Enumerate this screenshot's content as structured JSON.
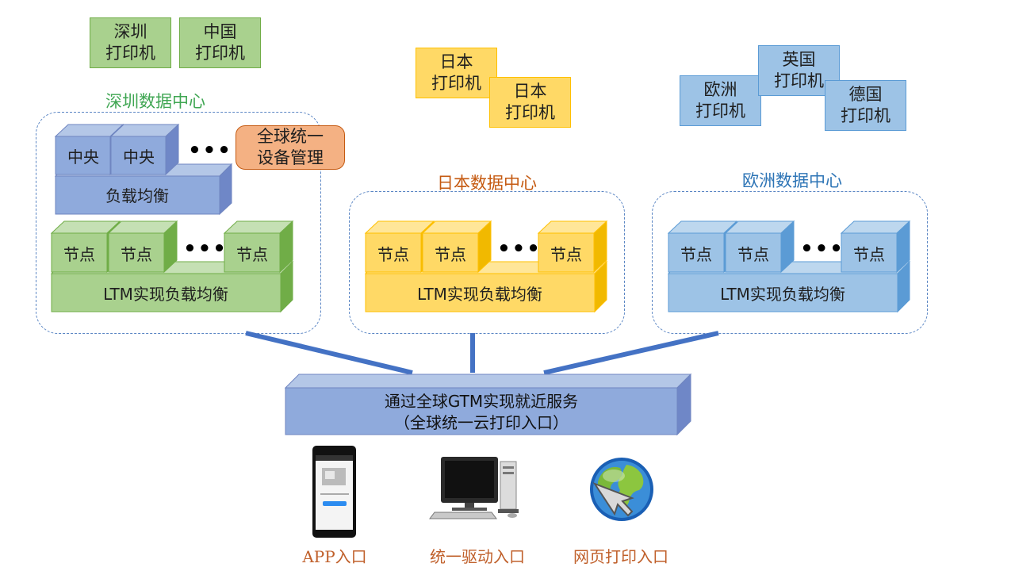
{
  "printers": {
    "shenzhen": "深圳\n打印机",
    "china": "中国\n打印机",
    "japan1": "日本\n打印机",
    "japan2": "日本\n打印机",
    "europe": "欧洲\n打印机",
    "uk": "英国\n打印机",
    "germany": "德国\n打印机"
  },
  "datacenters": {
    "shenzhen": {
      "title": "深圳数据中心",
      "central1": "中央",
      "central2": "中央",
      "ellipsis_top": "•••",
      "management": "全球统一\n设备管理",
      "load_balance": "负载均衡",
      "node1": "节点",
      "node2": "节点",
      "ellipsis": "•••",
      "node3": "节点",
      "ltm": "LTM实现负载均衡"
    },
    "japan": {
      "title": "日本数据中心",
      "node1": "节点",
      "node2": "节点",
      "ellipsis": "•••",
      "node3": "节点",
      "ltm": "LTM实现负载均衡"
    },
    "europe": {
      "title": "欧洲数据中心",
      "node1": "节点",
      "node2": "节点",
      "ellipsis": "•••",
      "node3": "节点",
      "ltm": "LTM实现负载均衡"
    }
  },
  "gtm": {
    "line1": "通过全球GTM实现就近服务",
    "line2": "（全球统一云打印入口）"
  },
  "entries": {
    "app": "APP入口",
    "driver": "统一驱动入口",
    "web": "网页打印入口"
  },
  "colors": {
    "green_title": "#3fa652",
    "orange_title": "#c55a11",
    "blue_title": "#2e75b6",
    "entry_label": "#c0602b",
    "connector": "#4472c4"
  }
}
